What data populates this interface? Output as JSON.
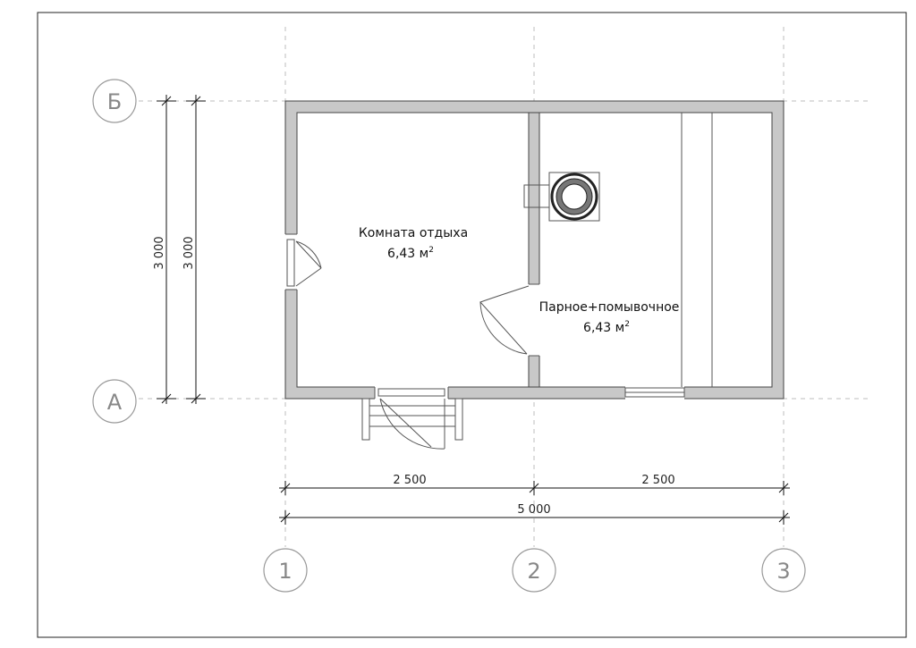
{
  "axes": {
    "letters": [
      "Б",
      "А"
    ],
    "numbers": [
      "1",
      "2",
      "3"
    ]
  },
  "rooms": [
    {
      "name": "Комната отдыха",
      "area": "6,43 м",
      "sup": "2"
    },
    {
      "name": "Парное+помывочное",
      "area": "6,43 м",
      "sup": "2"
    }
  ],
  "dimensions": {
    "vertical_1": "3 000",
    "vertical_2": "3 000",
    "bottom_1": "2 500",
    "bottom_2": "2 500",
    "total": "5 000"
  }
}
